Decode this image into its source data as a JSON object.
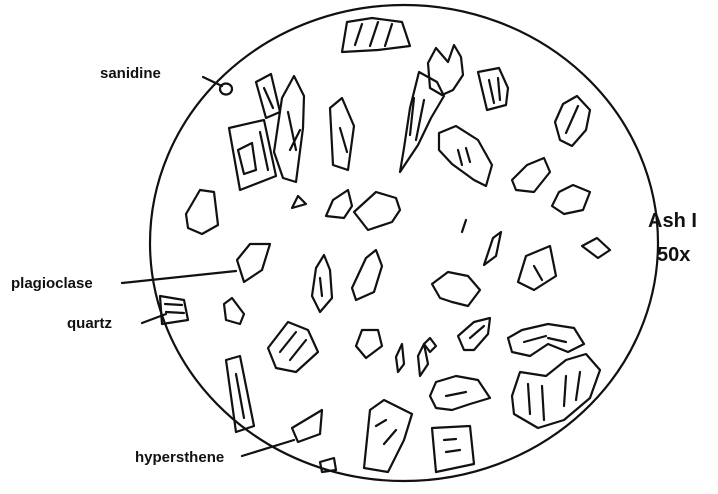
{
  "labels": {
    "sanidine": "sanidine",
    "plagioclase": "plagioclase",
    "quartz": "quartz",
    "hypersthene": "hypersthene"
  },
  "sample": {
    "name": "Ash I",
    "magnification": "50x"
  },
  "colors": {
    "ink": "#111111",
    "background": "#ffffff"
  }
}
